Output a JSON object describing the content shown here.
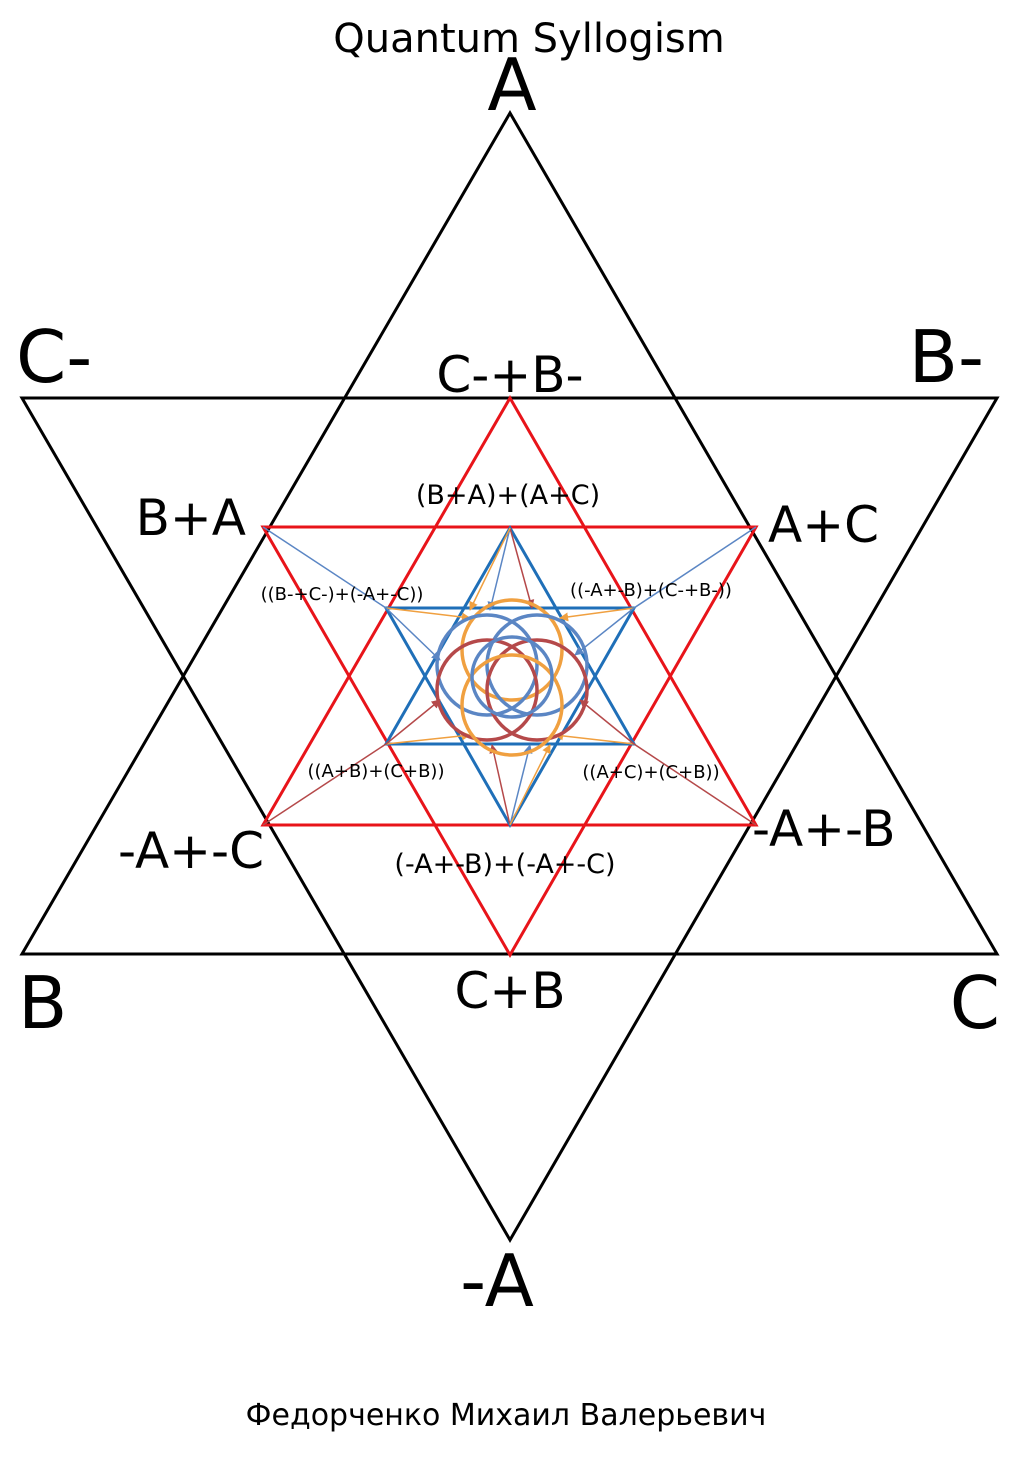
{
  "title": "Quantum Syllogism",
  "author": "Федорченко Михаил Валерьевич",
  "colors": {
    "outer_star": "#000000",
    "middle_star": "#e8141a",
    "inner_star": "#1f6fb8",
    "circle_orange": "#f0a040",
    "circle_red": "#b5494a",
    "circle_blue": "#5b86c4"
  },
  "outer_vertices": {
    "top": "A",
    "bottom": "-A",
    "upper_left": "C-",
    "upper_right": "B-",
    "lower_left": "B",
    "lower_right": "C"
  },
  "middle_labels": {
    "top": "C-+B-",
    "bottom": "C+B",
    "upper_left": "B+A",
    "upper_right": "A+C",
    "lower_left": "-A+-C",
    "lower_right": "-A+-B"
  },
  "inner_labels": {
    "top": "(B+A)+(A+C)",
    "bottom": "(-A+-B)+(-A+-C)",
    "upper_left": "((B-+C-)+(-A+-C))",
    "upper_right": "((-A+-B)+(C-+B-))",
    "lower_left": "((A+B)+(C+B))",
    "lower_right": "((A+C)+(C+B))"
  }
}
